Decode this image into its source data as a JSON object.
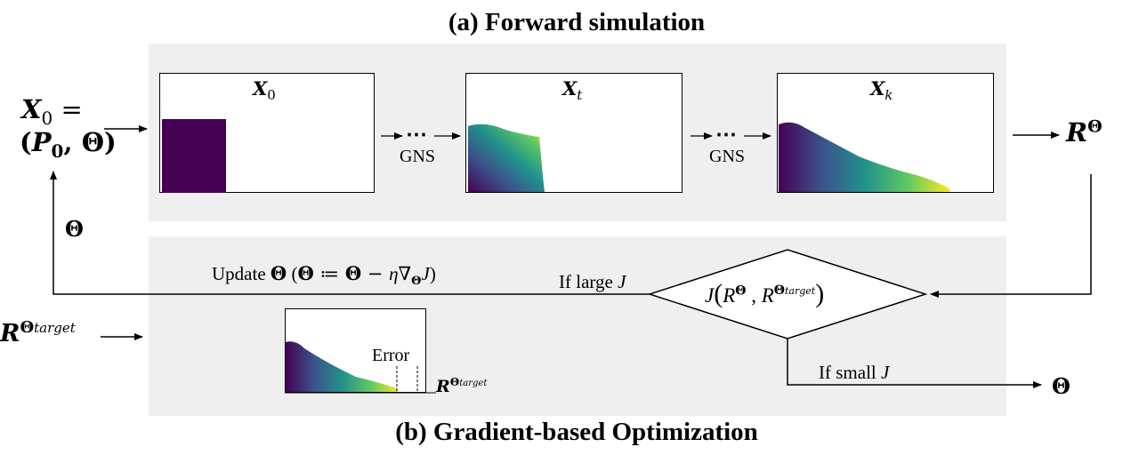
{
  "titles": {
    "forward": "(a) Forward simulation",
    "optimization": "(b) Gradient-based Optimization"
  },
  "inputs": {
    "x0_symbol": "X",
    "x0_sub": "0",
    "x0_equals": "=",
    "params_open": "(",
    "p0_symbol": "P",
    "p0_sub": "0",
    "params_sep": ",",
    "theta": "Θ",
    "params_close": ")"
  },
  "snapshots": [
    {
      "symbol": "X",
      "sub": "0"
    },
    {
      "symbol": "X",
      "sub": "t"
    },
    {
      "symbol": "X",
      "sub": "k"
    }
  ],
  "steps": [
    {
      "dots": "⋯",
      "label": "GNS"
    },
    {
      "dots": "⋯",
      "label": "GNS"
    }
  ],
  "outputs": {
    "r_symbol": "R",
    "r_sup": "Θ",
    "theta_feedback": "Θ",
    "theta_result": "Θ"
  },
  "target": {
    "symbol": "R",
    "sup_theta": "Θ",
    "sup_sub": "target"
  },
  "update": {
    "label": "Update ",
    "theta": "Θ",
    "rule_open": " (",
    "rule_theta1": "Θ",
    "rule_assign": " ≔ ",
    "rule_theta2": "Θ",
    "rule_minus": " − ",
    "rule_eta": "η",
    "rule_nabla": "∇",
    "rule_nabla_sub": "Θ",
    "rule_j": "J",
    "rule_close": ")"
  },
  "decision": {
    "j": "J",
    "open": "(",
    "r1": "R",
    "r1_sup": "Θ",
    "sep": " ,",
    "r2": "R",
    "r2_sup": "Θ",
    "r2_sup_sub": "target",
    "close": ")",
    "if_large": "If large ",
    "if_large_j": "J",
    "if_small": "If small ",
    "if_small_j": "J"
  },
  "comparison": {
    "error_label": "Error",
    "target_symbol": "R",
    "target_sup": "Θ",
    "target_sup_sub": "target"
  },
  "colors": {
    "panel_bg": "#efefef",
    "viridis_dark": "#440154",
    "viridis_mid": "#21918c",
    "viridis_light": "#fde725"
  }
}
